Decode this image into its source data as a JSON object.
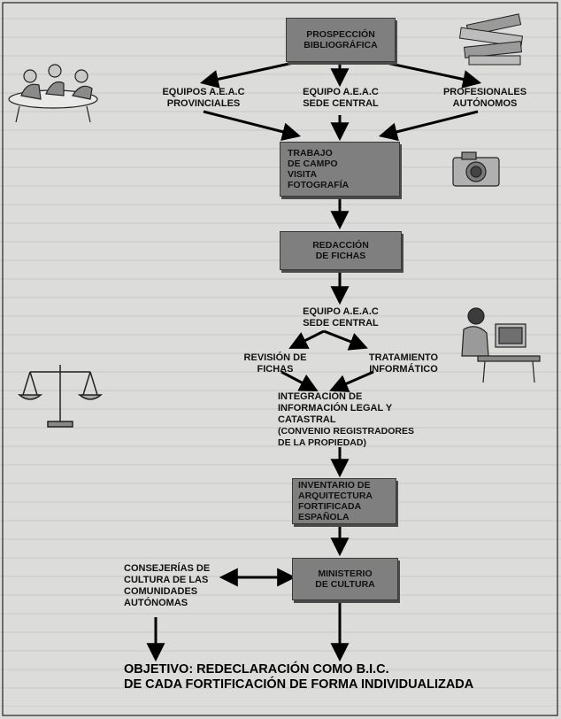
{
  "boxes": {
    "prospeccion": "PROSPECCIÓN\nBIBLIOGRÁFICA",
    "trabajo": "TRABAJO\nDE CAMPO\nVISITA\nFOTOGRAFÍA",
    "redaccion": "REDACCIÓN\nDE FICHAS",
    "inventario": "INVENTARIO DE\nARQUITECTURA\nFORTIFICADA\nESPAÑOLA",
    "ministerio": "MINISTERIO\nDE CULTURA"
  },
  "labels": {
    "equipos_provinciales": "EQUIPOS A.E.A.C\nPROVINCIALES",
    "equipo_central": "EQUIPO A.E.A.C\nSEDE CENTRAL",
    "profesionales": "PROFESIONALES\nAUTÓNOMOS",
    "equipo_central_2": "EQUIPO A.E.A.C\nSEDE CENTRAL",
    "revision": "REVISIÓN DE\nFICHAS",
    "tratamiento": "TRATAMIENTO\nINFORMÁTICO",
    "integracion": "INTEGRACIÓN DE\nINFORMACIÓN LEGAL Y\nCATASTRAL",
    "convenio": "(CONVENIO REGISTRADORES\nDE LA PROPIEDAD)",
    "consejerias": "CONSEJERÍAS DE\nCULTURA DE LAS\nCOMUNIDADES\nAUTÓNOMAS"
  },
  "objetivo": "OBJETIVO: REDECLARACIÓN COMO B.I.C.\nDE CADA FORTIFICACIÓN DE FORMA INDIVIDUALIZADA"
}
